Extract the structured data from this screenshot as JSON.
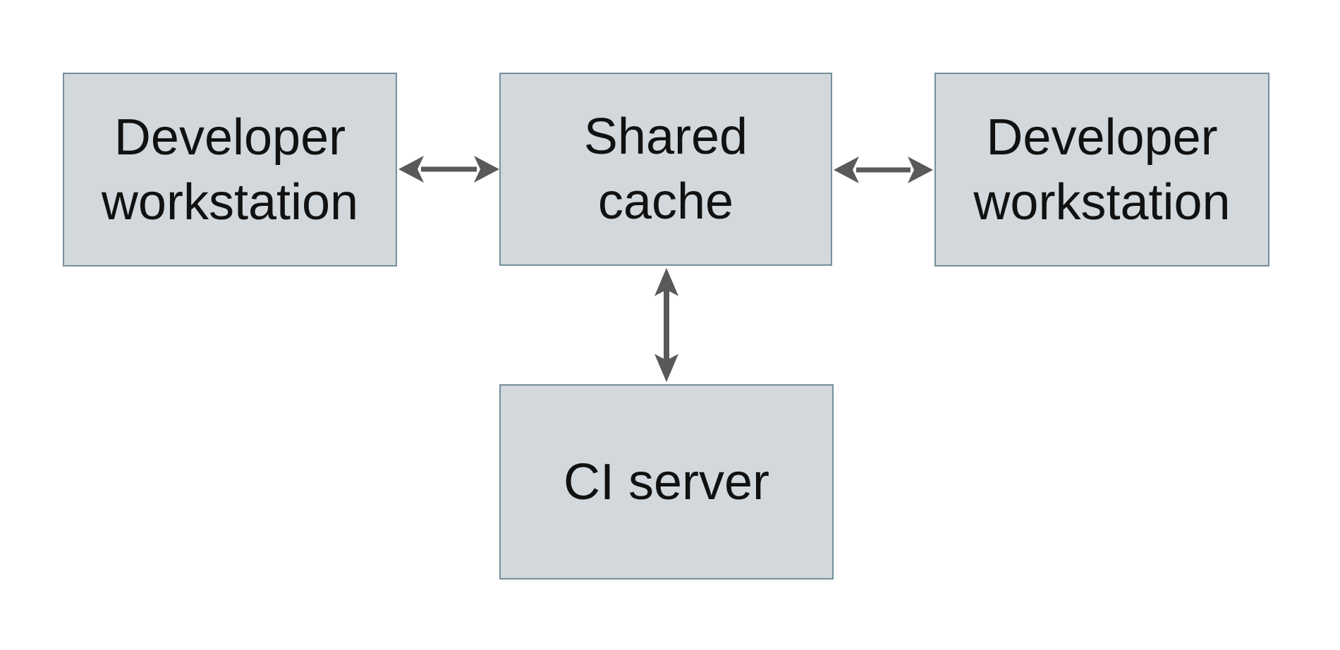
{
  "diagram": {
    "title": "",
    "colors": {
      "background": "#ffffff",
      "node-fill": "#d2d8db",
      "node-border": "#74909c",
      "arrow": "#595959",
      "text": "#111111"
    },
    "nodes": [
      {
        "id": "developer-workstation-left",
        "label": "Developer workstation",
        "lines": [
          "Developer",
          "workstation"
        ]
      },
      {
        "id": "shared-cache",
        "label": "Shared cache",
        "lines": [
          "Shared",
          "cache"
        ]
      },
      {
        "id": "developer-workstation-right",
        "label": "Developer workstation",
        "lines": [
          "Developer",
          "workstation"
        ]
      },
      {
        "id": "ci-server",
        "label": "CI server",
        "lines": [
          "CI server"
        ]
      }
    ],
    "edges": [
      {
        "from": "developer-workstation-left",
        "to": "shared-cache",
        "direction": "bidirectional"
      },
      {
        "from": "shared-cache",
        "to": "developer-workstation-right",
        "direction": "bidirectional"
      },
      {
        "from": "shared-cache",
        "to": "ci-server",
        "direction": "bidirectional"
      }
    ]
  }
}
